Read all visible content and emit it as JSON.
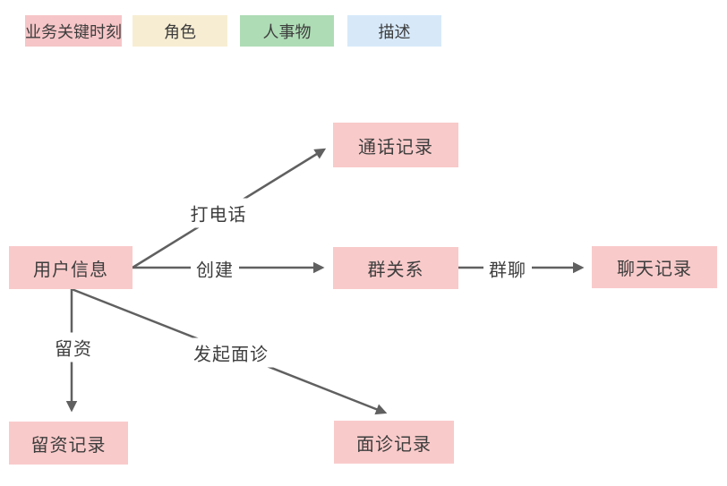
{
  "legend": {
    "items": [
      {
        "id": "business-key-moment",
        "label": "业务关键时刻",
        "color": "#f6c5c7"
      },
      {
        "id": "role",
        "label": "角色",
        "color": "#f7edd2"
      },
      {
        "id": "people-things",
        "label": "人事物",
        "color": "#aedcb5"
      },
      {
        "id": "description",
        "label": "描述",
        "color": "#d7e9f9"
      }
    ]
  },
  "diagram": {
    "node_fill_color": "#f9caca",
    "line_color": "#606060",
    "text_color": "#3d3d3d",
    "nodes": [
      {
        "id": "user-info",
        "label": "用户信息"
      },
      {
        "id": "call-records",
        "label": "通话记录"
      },
      {
        "id": "group-relation",
        "label": "群关系"
      },
      {
        "id": "chat-records",
        "label": "聊天记录"
      },
      {
        "id": "lead-records",
        "label": "留资记录"
      },
      {
        "id": "consultation-records",
        "label": "面诊记录"
      }
    ],
    "edges": [
      {
        "label": "打电话",
        "from": "user-info",
        "to": "call-records"
      },
      {
        "label": "创建",
        "from": "user-info",
        "to": "group-relation"
      },
      {
        "label": "群聊",
        "from": "group-relation",
        "to": "chat-records"
      },
      {
        "label": "留资",
        "from": "user-info",
        "to": "lead-records"
      },
      {
        "label": "发起面诊",
        "from": "user-info",
        "to": "consultation-records"
      }
    ]
  }
}
